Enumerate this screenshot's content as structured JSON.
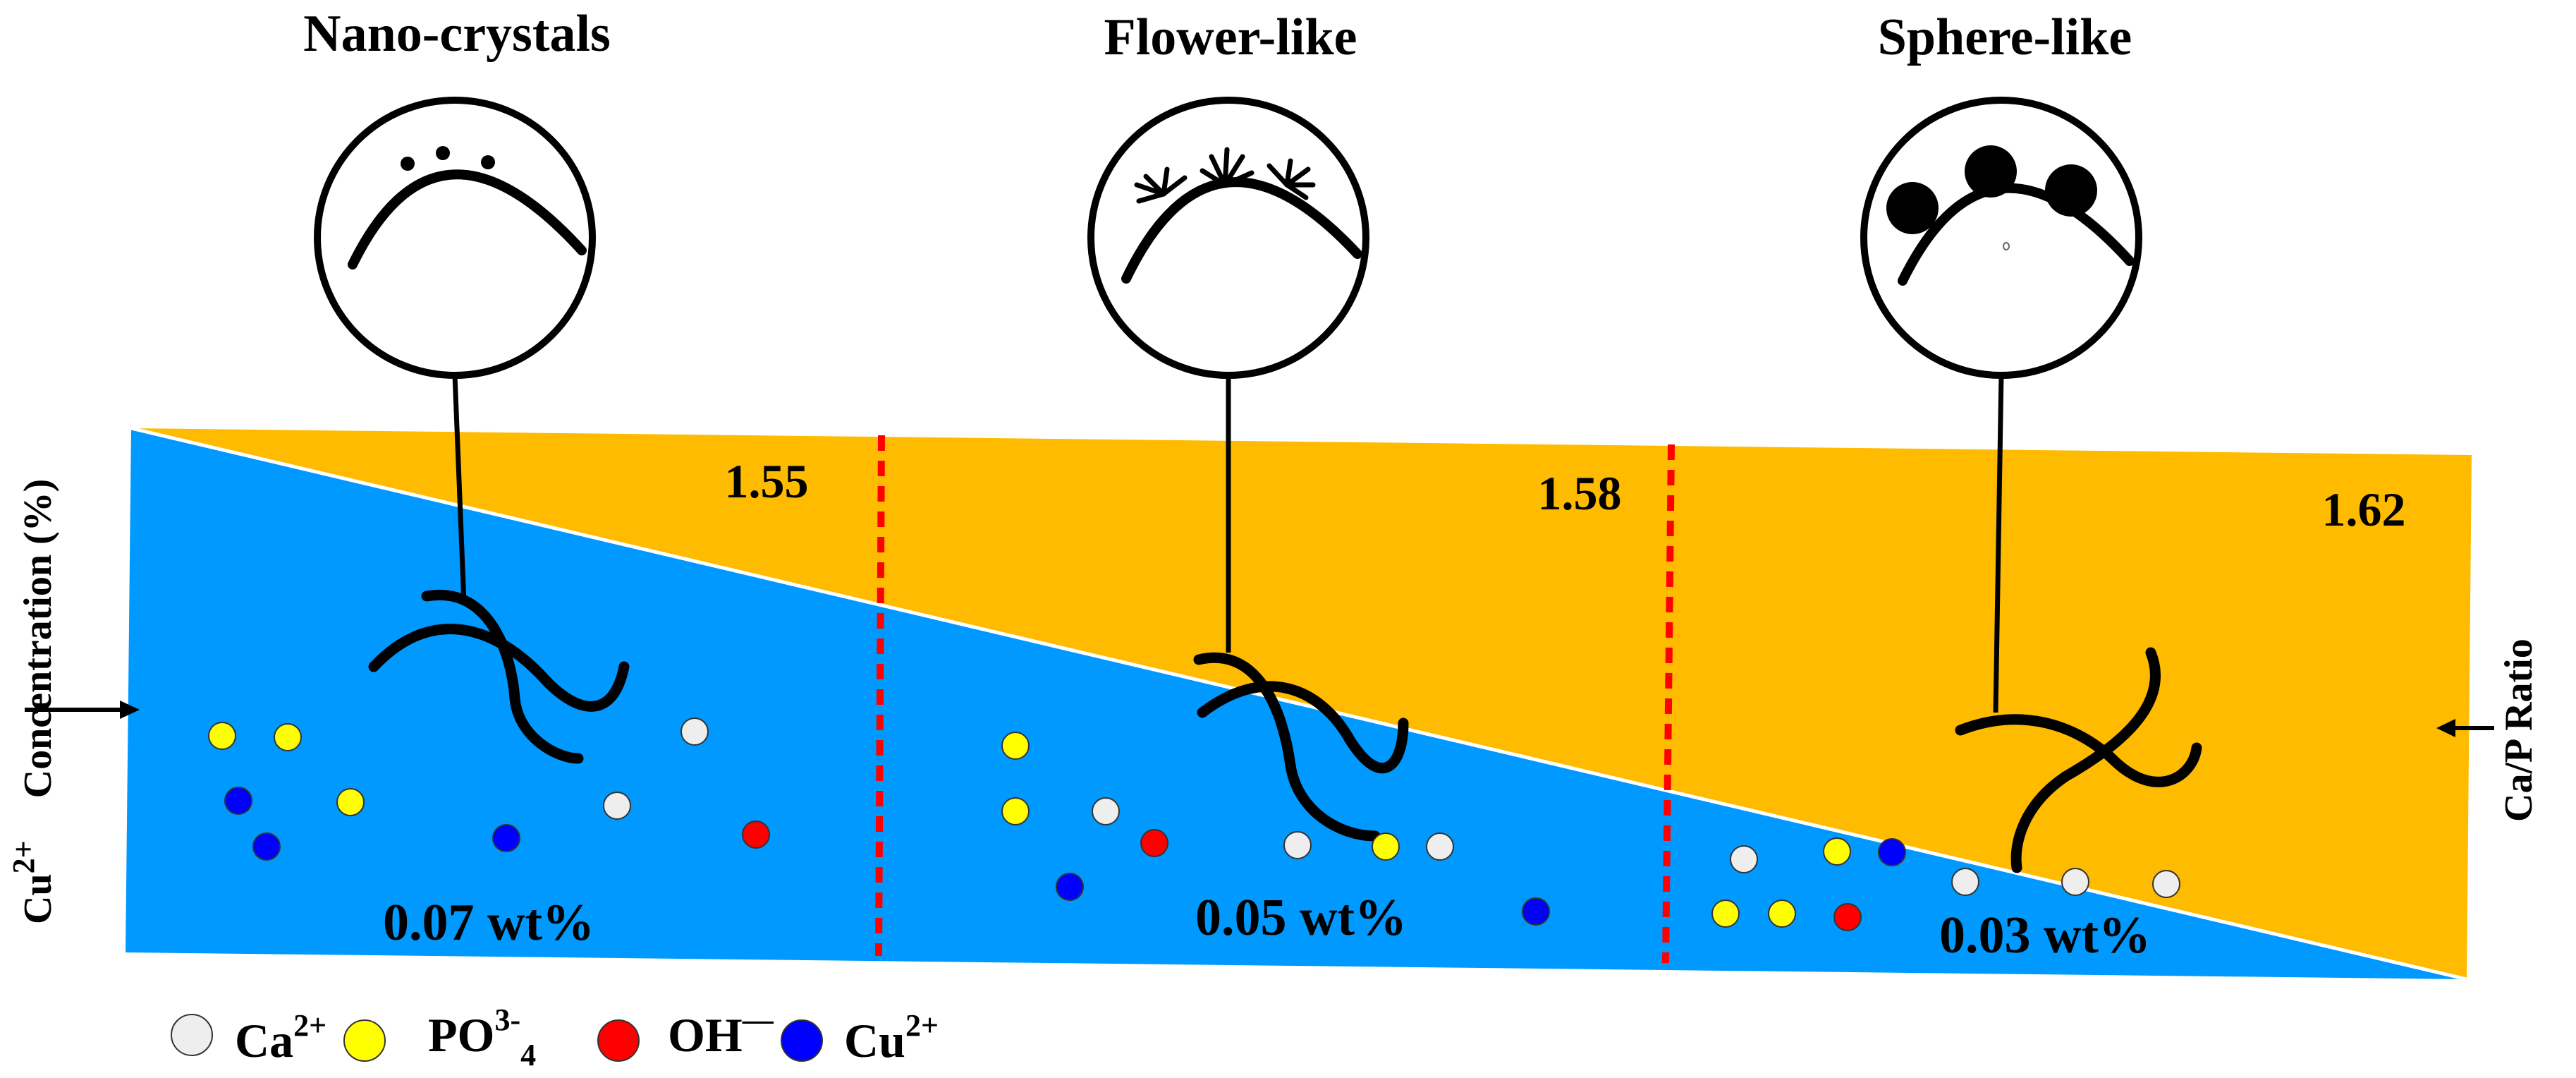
{
  "morphologies": [
    {
      "title": "Nano-crystals",
      "ca_p_ratio": "1.55",
      "cu_content": "0.07 wt%"
    },
    {
      "title": "Flower-like",
      "ca_p_ratio": "1.58",
      "cu_content": "0.05 wt%"
    },
    {
      "title": "Sphere-like",
      "ca_p_ratio": "1.62",
      "cu_content": "0.03 wt%"
    }
  ],
  "left_axis": {
    "prefix": "Cu",
    "prefix_sup": "2+",
    "label": "Concentration (%)"
  },
  "right_axis": {
    "label": "Ca/P Ratio"
  },
  "legend": [
    {
      "base": "Ca",
      "sup": "2+",
      "sub": "",
      "color": "#eeeeee"
    },
    {
      "base": "PO",
      "sup": "3-",
      "sub": "4",
      "color": "#ffff00"
    },
    {
      "base": "OH",
      "sup": "—",
      "sub": "",
      "color": "#ff0000"
    },
    {
      "base": "Cu",
      "sup": "2+",
      "sub": "",
      "color": "#0000ff"
    }
  ],
  "colors": {
    "blue_region": "#0099ff",
    "orange_region": "#ffbb00",
    "divider": "#ff0000"
  }
}
